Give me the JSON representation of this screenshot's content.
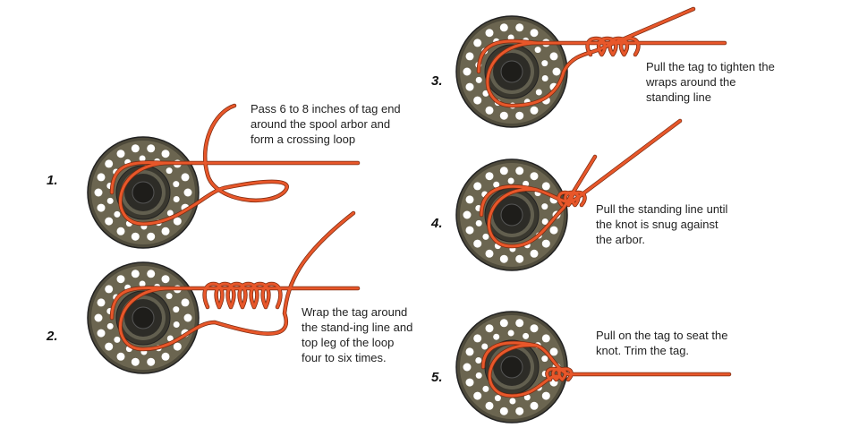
{
  "title": "Arbor knot steps",
  "colors": {
    "line": "#e8572a",
    "spool": "#5b5645",
    "spool_dark": "#2b2a24"
  },
  "steps": [
    {
      "number": "1.",
      "text": "Pass 6 to 8 inches of tag end around the spool arbor and form a crossing loop"
    },
    {
      "number": "2.",
      "text": "Wrap the tag around the stand-ing line and top leg of the loop four to six times."
    },
    {
      "number": "3.",
      "text": "Pull the tag to tighten the wraps around the standing line"
    },
    {
      "number": "4.",
      "text": "Pull the standing line until the knot is snug against the arbor."
    },
    {
      "number": "5.",
      "text": "Pull on the tag to seat the knot. Trim the tag."
    }
  ]
}
